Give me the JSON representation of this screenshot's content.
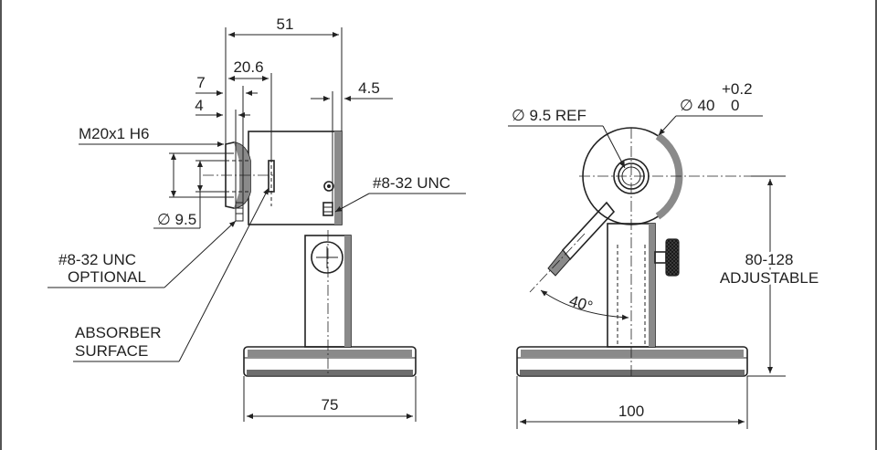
{
  "colors": {
    "line": "#222222",
    "shade": "#8a8a8a",
    "base_shade": "#6e6e6e",
    "background": "#ffffff"
  },
  "side_view": {
    "dim_51": "51",
    "dim_20_6": "20.6",
    "dim_7": "7",
    "dim_4": "4",
    "dim_4_5": "4.5",
    "thread_label": "M20x1 H6",
    "aperture_label": "∅ 9.5",
    "mount_label": "#8-32 UNC",
    "optional_label_line1": "#8-32 UNC",
    "optional_label_line2": "OPTIONAL",
    "absorber_line1": "ABSORBER",
    "absorber_line2": "SURFACE",
    "base_width": "75"
  },
  "front_view": {
    "aperture_ref": "∅ 9.5 REF",
    "diameter": "∅ 40",
    "tol_plus": "+0.2",
    "tol_minus": "0",
    "angle": "40°",
    "height_line1": "80-128",
    "height_line2": "ADJUSTABLE",
    "base_width": "100"
  }
}
